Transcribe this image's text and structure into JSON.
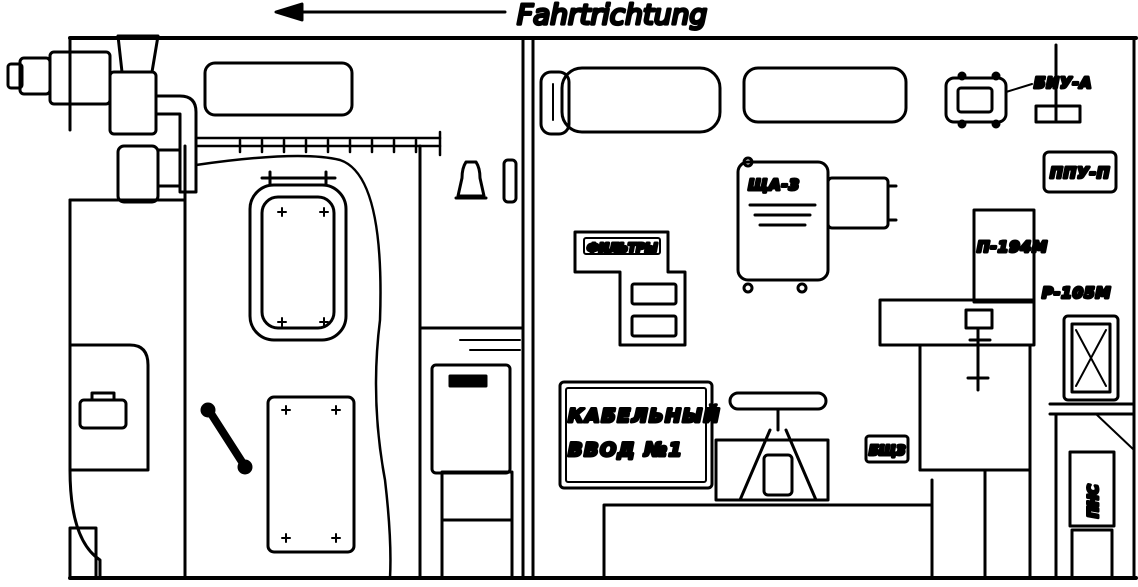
{
  "direction_label": "Fahrtrichtung",
  "labels": {
    "biu": "БИУ-А",
    "ppu": "ППУ-П",
    "shcha3": "ЩА-3",
    "filters": "ФИЛЬТРЫ",
    "p194": "П-194М",
    "r105": "Р-105М",
    "cable_line1": "КАБЕЛЬНЫЙ",
    "cable_line2": "ВВОД №1",
    "bshchz": "БЩЗ",
    "pns": "ПНС"
  },
  "line_color": "#000000",
  "background_color": "#ffffff"
}
